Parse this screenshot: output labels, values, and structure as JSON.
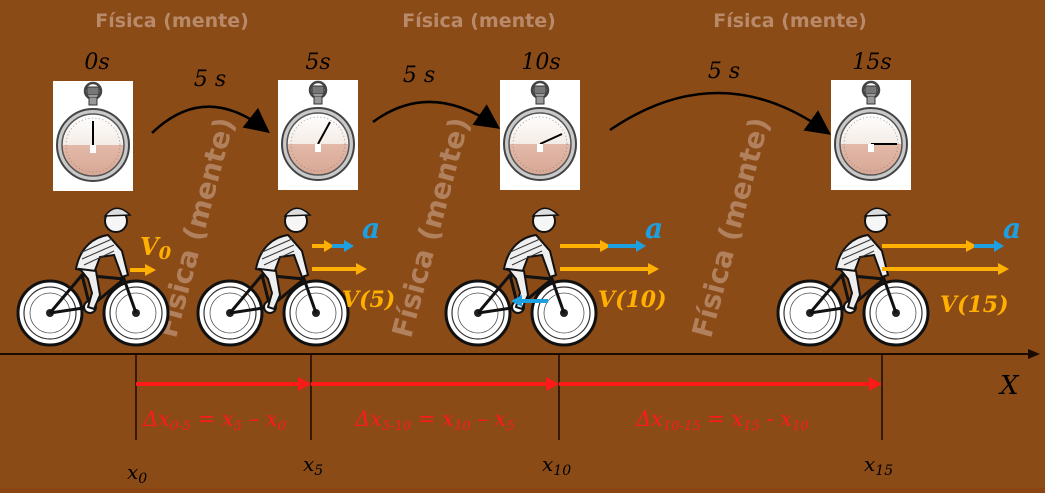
{
  "watermarks": {
    "top": [
      "Física (mente)",
      "Física (mente)",
      "Física (mente)"
    ],
    "rotated": [
      "Física (mente)",
      "Física (mente)",
      "Física (mente)"
    ]
  },
  "stopwatches": [
    {
      "time_label": "0s"
    },
    {
      "time_label": "5s"
    },
    {
      "time_label": "10s"
    },
    {
      "time_label": "15s"
    }
  ],
  "intervals": [
    "5 s",
    "5 s",
    "5 s"
  ],
  "velocity_labels": {
    "v0": "V",
    "v0_sub": "0",
    "v5": "V(5)",
    "v10": "V(10)",
    "v15": "V(15)"
  },
  "acceleration_label": "a",
  "axis": {
    "label": "X"
  },
  "positions": [
    {
      "base": "x",
      "sub": "0"
    },
    {
      "base": "x",
      "sub": "5"
    },
    {
      "base": "x",
      "sub": "10"
    },
    {
      "base": "x",
      "sub": "15"
    }
  ],
  "displacements": [
    {
      "delta": "Δx",
      "sub": "0-5",
      "eq": " = x",
      "sub2": "5",
      "minus": " – x",
      "sub3": "0"
    },
    {
      "delta": "Δx",
      "sub": "5-10",
      "eq": " = x",
      "sub2": "10",
      "minus": " – x",
      "sub3": "5"
    },
    {
      "delta": "Δx",
      "sub": "10-15",
      "eq": " = x",
      "sub2": "15",
      "minus": " - x",
      "sub3": "10"
    }
  ],
  "colors": {
    "background": "#8B4B17",
    "velocity": "#FFB000",
    "acceleration": "#1E9FE0",
    "displacement": "#FF1A1A",
    "axis": "#1a0a00",
    "watermark": "#B88A6A"
  }
}
